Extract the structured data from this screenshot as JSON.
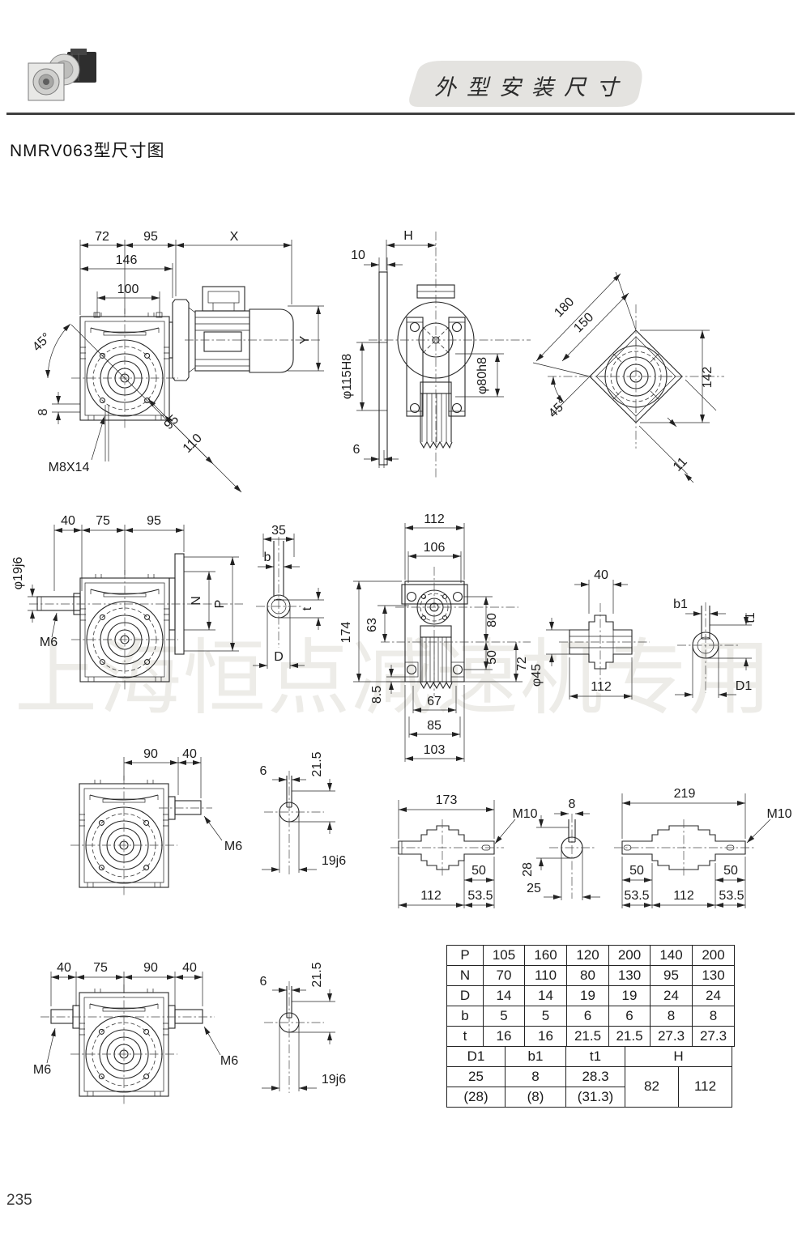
{
  "header": {
    "banner_title": "外型安装尺寸",
    "page_title": "NMRV063型尺寸图",
    "watermark": "上海恒点减速机专用",
    "page_number": "235"
  },
  "views": {
    "a": {
      "w72": "72",
      "w95": "95",
      "wX": "X",
      "w146": "146",
      "w100": "100",
      "ang": "45°",
      "h8": "8",
      "thread": "M8X14",
      "diag95": "95",
      "diag110": "110",
      "hY": "Y"
    },
    "b": {
      "wH": "H",
      "w10": "10",
      "dia115": "φ115H8",
      "dia80": "φ80h8",
      "w6": "6"
    },
    "c": {
      "d180": "180",
      "d150": "150",
      "h142": "142",
      "ang": "45°",
      "d11": "11"
    },
    "d": {
      "w40": "40",
      "w75": "75",
      "w95": "95",
      "dia19": "φ19j6",
      "m6": "M6",
      "N": "N",
      "P": "P"
    },
    "e": {
      "w35": "35",
      "b": "b",
      "t": "t",
      "D": "D"
    },
    "f": {
      "w112": "112",
      "w106": "106",
      "h174": "174",
      "h63": "63",
      "h80": "80",
      "h50": "50",
      "h72": "72",
      "h85": "8.5",
      "w67": "67",
      "w85": "85",
      "w103": "103"
    },
    "g": {
      "w40": "40",
      "dia45": "φ45",
      "w112": "112"
    },
    "h": {
      "b1": "b1",
      "t1": "t1",
      "D1": "D1"
    },
    "i": {
      "w90": "90",
      "w40": "40",
      "m6": "M6"
    },
    "j": {
      "w6": "6",
      "h215": "21.5",
      "dia19": "19j6"
    },
    "k": {
      "w173": "173",
      "m10": "M10",
      "w50": "50",
      "w112": "112",
      "w535": "53.5"
    },
    "l": {
      "w8": "8",
      "h28": "28",
      "w25": "25"
    },
    "m": {
      "w219": "219",
      "m10": "M10",
      "w50a": "50",
      "w50b": "50",
      "w535a": "53.5",
      "w112": "112",
      "w535b": "53.5"
    },
    "n": {
      "w40a": "40",
      "w75": "75",
      "w90": "90",
      "w40b": "40",
      "m6a": "M6",
      "m6b": "M6"
    },
    "o": {
      "w6": "6",
      "h215": "21.5",
      "dia19": "19j6"
    }
  },
  "table": {
    "rows": [
      {
        "label": "P",
        "values": [
          "105",
          "160",
          "120",
          "200",
          "140",
          "200"
        ]
      },
      {
        "label": "N",
        "values": [
          "70",
          "110",
          "80",
          "130",
          "95",
          "130"
        ]
      },
      {
        "label": "D",
        "values": [
          "14",
          "14",
          "19",
          "19",
          "24",
          "24"
        ]
      },
      {
        "label": "b",
        "values": [
          "5",
          "5",
          "6",
          "6",
          "8",
          "8"
        ]
      },
      {
        "label": "t",
        "values": [
          "16",
          "16",
          "21.5",
          "21.5",
          "27.3",
          "27.3"
        ]
      }
    ],
    "bottom": {
      "headers": [
        "D1",
        "b1",
        "t1",
        "H"
      ],
      "row1": [
        "25",
        "8",
        "28.3",
        "82",
        "112"
      ],
      "row2": [
        "(28)",
        "(8)",
        "(31.3)"
      ]
    }
  }
}
